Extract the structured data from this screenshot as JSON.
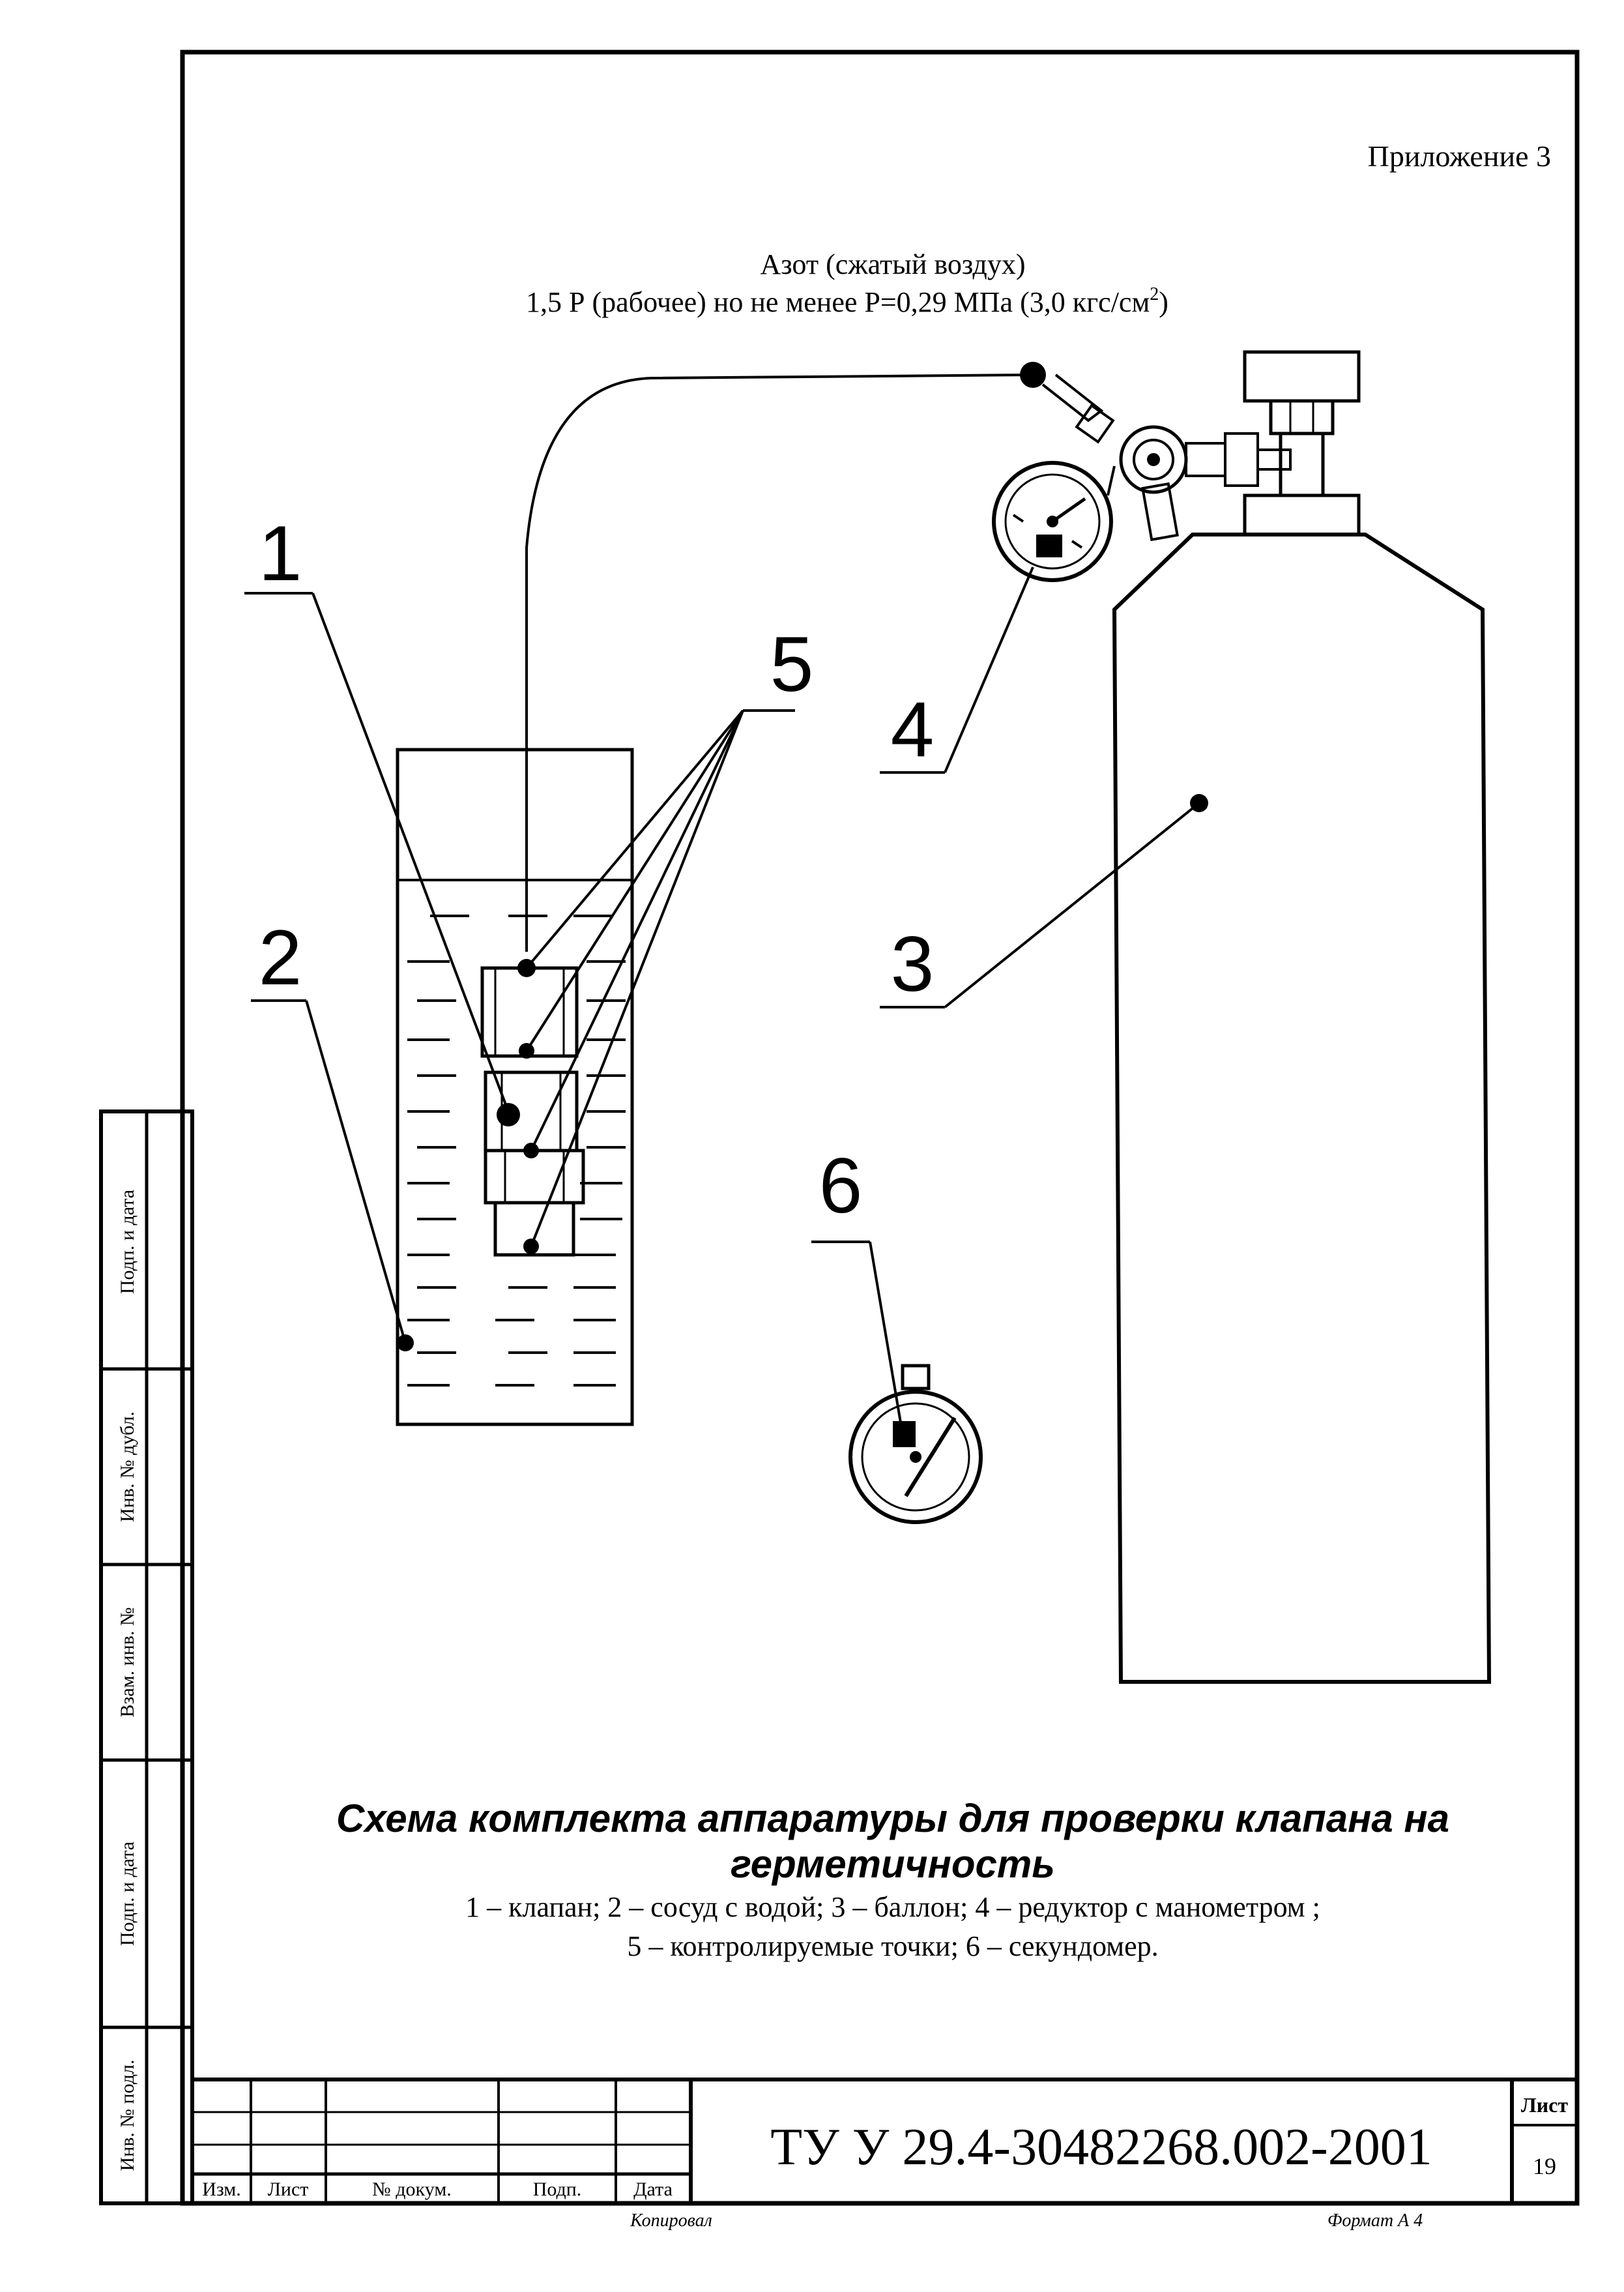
{
  "appendix": "Приложение 3",
  "gas": {
    "line1": "Азот (сжатый воздух)",
    "line2_prefix": "1,5 Р (рабочее) но не менее Р=0,29 МПа (3,0 кгс/см",
    "line2_sup": "2",
    "line2_suffix": ")"
  },
  "callouts": {
    "c1": "1",
    "c2": "2",
    "c3": "3",
    "c4": "4",
    "c5": "5",
    "c6": "6"
  },
  "caption": {
    "title_line1": "Схема комплекта аппаратуры для  проверки клапана на",
    "title_line2": "герметичность",
    "legend_line1": "1 – клапан; 2 – сосуд с водой; 3 – баллон; 4 – редуктор с манометром ;",
    "legend_line2": "5 – контролируемые точки; 6 – секундомер."
  },
  "side_stamp": {
    "podp_data_1": "Подп.  и  дата",
    "inv_dubl": "Инв. № дубл.",
    "vzam_inv": "Взам. инв. №",
    "podp_data_2": "Подп.  и дата",
    "inv_podl": "Инв. № подл."
  },
  "title_block": {
    "izm": "Изм.",
    "list": "Лист",
    "dokum": "№ докум.",
    "podp": "Подп.",
    "data": "Дата",
    "designation": "ТУ У 29.4-30482268.002-2001",
    "sheet_label": "Лист",
    "sheet_number": "19"
  },
  "footer": {
    "copied": "Копировал",
    "format": "Формат А 4"
  }
}
